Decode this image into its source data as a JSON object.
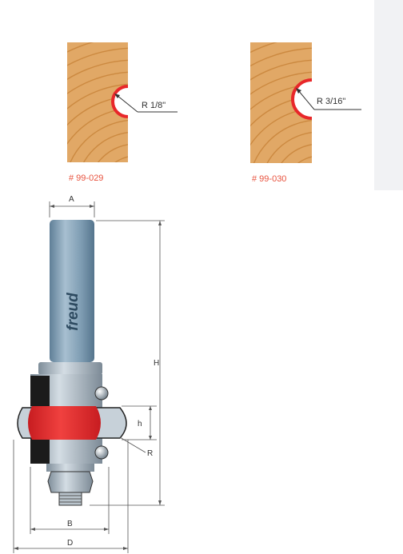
{
  "profiles": [
    {
      "part_number": "# 99-029",
      "radius_label": "R 1/8\""
    },
    {
      "part_number": "# 99-030",
      "radius_label": "R 3/16\""
    }
  ],
  "bit": {
    "brand": "freud",
    "dimension_labels": {
      "A": "A",
      "B": "B",
      "D": "D",
      "H": "H",
      "h": "h",
      "R": "R"
    }
  },
  "colors": {
    "part_number": "#e8533f",
    "cutter_red": "#e8272a",
    "steel": "#a9b6c2",
    "shank": "#7f9db3",
    "wood": "#e1a866",
    "wood_grain": "#c47f34",
    "dimension_line": "#555555"
  }
}
